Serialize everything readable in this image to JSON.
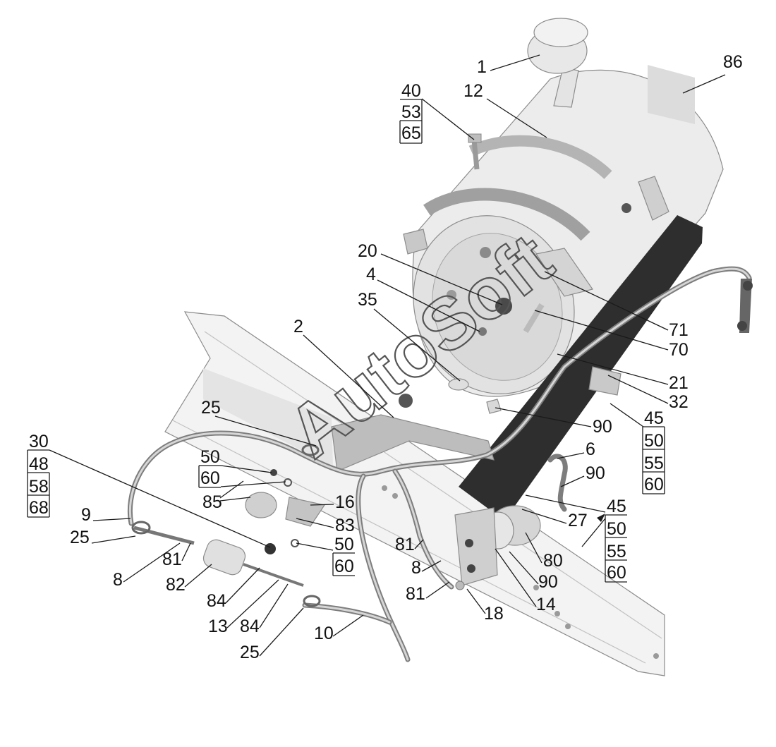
{
  "watermark": "AutoSoft",
  "callouts": [
    "1",
    "86",
    "12",
    "20",
    "4",
    "35",
    "2",
    "71",
    "70",
    "21",
    "32",
    "25",
    "90",
    "6",
    "90",
    "85",
    "16",
    "83",
    "27",
    "9",
    "25",
    "81",
    "8",
    "82",
    "81",
    "8",
    "81",
    "80",
    "90",
    "14",
    "18",
    "84",
    "13",
    "84",
    "10",
    "25"
  ],
  "groups": [
    [
      "40",
      "53",
      "65"
    ],
    [
      "45",
      "50",
      "55",
      "60"
    ],
    [
      "50",
      "60"
    ],
    [
      "30",
      "48",
      "58",
      "68"
    ],
    [
      "50",
      "60"
    ],
    [
      "45",
      "50",
      "55",
      "60"
    ]
  ]
}
